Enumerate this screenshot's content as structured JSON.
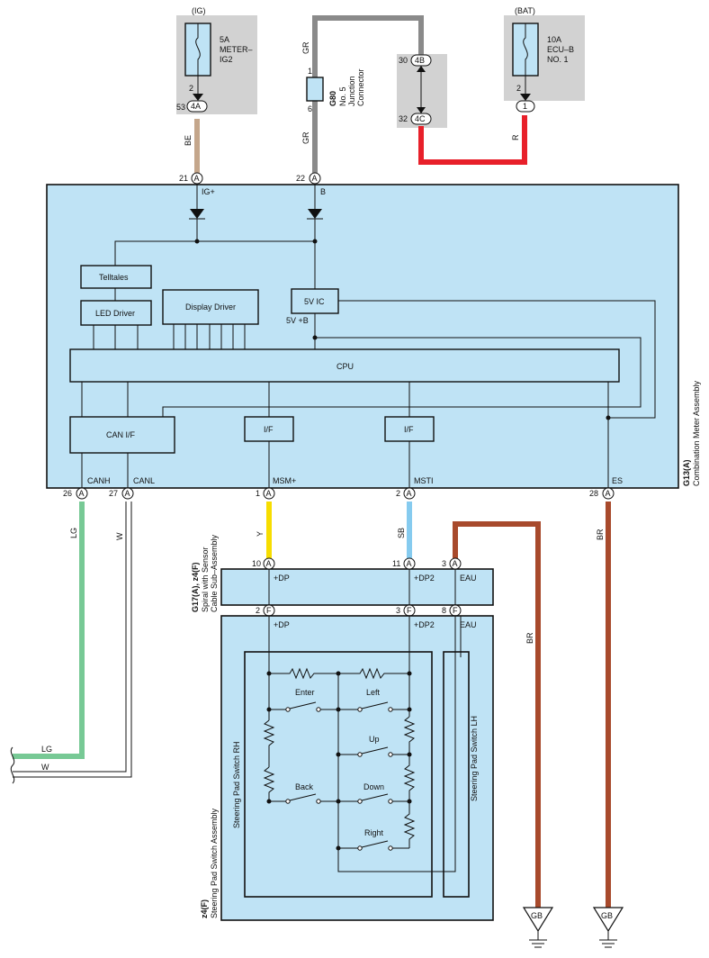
{
  "power": {
    "ig": {
      "label": "(IG)",
      "rating": "5A",
      "name1": "METER–",
      "name2": "IG2",
      "pin_a": "2",
      "conn": "4A",
      "pin_b": "53"
    },
    "bat": {
      "label": "(BAT)",
      "rating": "10A",
      "name1": "ECU–B",
      "name2": "NO. 1",
      "pin_a": "2",
      "conn": "1"
    },
    "junction": {
      "pin_top": "30",
      "conn_top": "4B",
      "pin_bot": "32",
      "conn_bot": "4C"
    },
    "g80": {
      "id": "G80",
      "line1": "No. 5",
      "line2": "Junction",
      "line3": "Connector",
      "pin_top": "1",
      "pin_bot": "6"
    }
  },
  "wires": {
    "be": "BE",
    "gr_top": "GR",
    "gr_mid": "GR",
    "r": "R",
    "lg": "LG",
    "w": "W",
    "y": "Y",
    "sb": "SB",
    "br_right": "BR",
    "br_mid": "BR",
    "lg_bottom": "LG",
    "w_bottom": "W"
  },
  "meter": {
    "id": "G13(A)",
    "name": "Combination Meter Assembly",
    "pins_top": [
      {
        "num": "21",
        "conn": "A",
        "name": "IG+"
      },
      {
        "num": "22",
        "conn": "A",
        "name": "B"
      }
    ],
    "pins_bottom": [
      {
        "num": "26",
        "conn": "A",
        "name": "CANH"
      },
      {
        "num": "27",
        "conn": "A",
        "name": "CANL"
      },
      {
        "num": "1",
        "conn": "A",
        "name": "MSM+"
      },
      {
        "num": "2",
        "conn": "A",
        "name": "MSTI"
      },
      {
        "num": "28",
        "conn": "A",
        "name": "ES"
      }
    ],
    "blocks": {
      "telltales": "Telltales",
      "led_driver": "LED Driver",
      "display_driver": "Display Driver",
      "ic5v": "5V IC",
      "v5b": "5V +B",
      "cpu": "CPU",
      "can_if": "CAN I/F",
      "if1": "I/F",
      "if2": "I/F"
    }
  },
  "spiral": {
    "id": "G17(A), z4(F)",
    "line1": "Spiral with Sensor",
    "line2": "Cable Sub–Assembly",
    "pins_a": [
      {
        "num": "10",
        "conn": "A",
        "name": "+DP"
      },
      {
        "num": "11",
        "conn": "A",
        "name": "+DP2"
      },
      {
        "num": "3",
        "conn": "A",
        "name": "EAU"
      }
    ],
    "pins_f": [
      {
        "num": "2",
        "conn": "F",
        "name": "+DP"
      },
      {
        "num": "3",
        "conn": "F",
        "name": "+DP2"
      },
      {
        "num": "8",
        "conn": "F",
        "name": "EAU"
      }
    ]
  },
  "steering": {
    "id": "z4(F)",
    "name": "Steering Pad Switch Assembly",
    "rh": "Steering Pad Switch RH",
    "lh": "Steering Pad Switch LH",
    "switches": {
      "enter": "Enter",
      "left": "Left",
      "up": "Up",
      "back": "Back",
      "down": "Down",
      "right": "Right"
    }
  },
  "ground": {
    "left": "GB",
    "right": "GB"
  },
  "colors": {
    "box_fill": "#bfe3f5",
    "grey": "#d2d2d2",
    "be": "#c4a68b",
    "gr": "#8a8a8a",
    "r": "#e8202a",
    "lg": "#77c995",
    "y": "#f7dd00",
    "sb": "#86cbef",
    "br": "#a84a2c"
  }
}
